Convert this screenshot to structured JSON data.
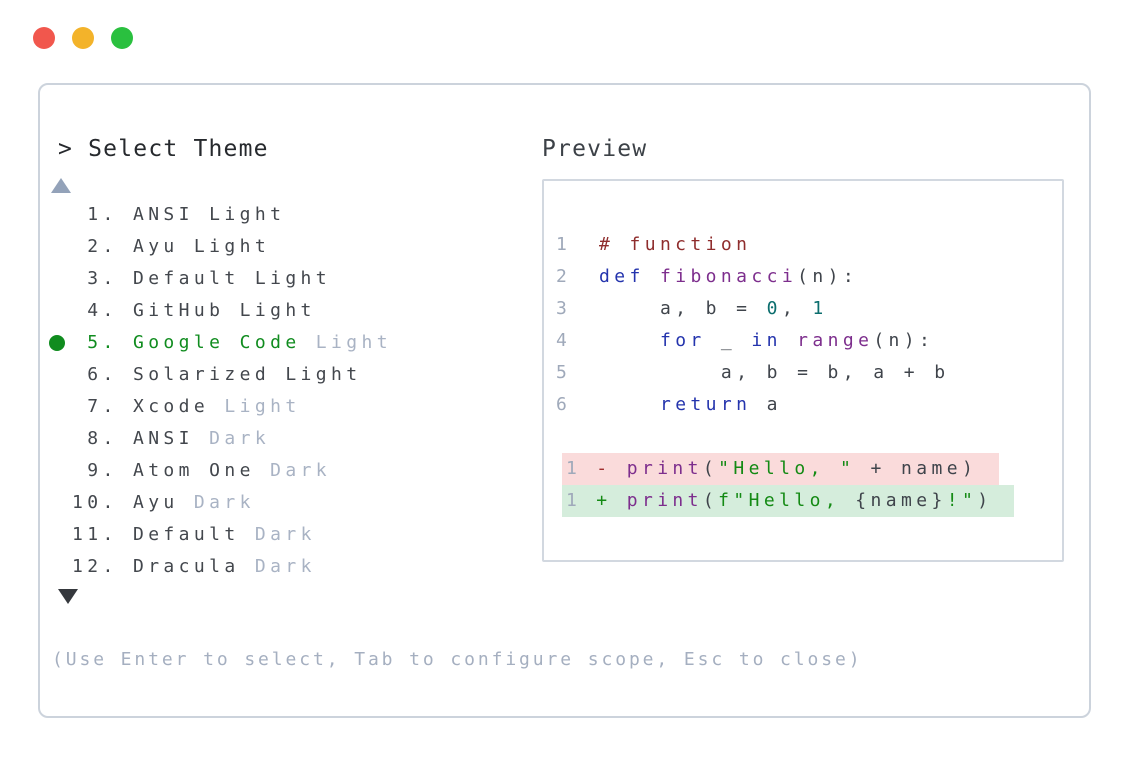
{
  "colors": {
    "traffic_red": "#f1574d",
    "traffic_yellow": "#f3b32a",
    "traffic_green": "#2ac03f",
    "panel_border": "#ccd3dc",
    "box_border": "#d2d8e0",
    "header_text": "#26292d",
    "preview_label": "#3c4147",
    "item_text": "#43474d",
    "muted": "#a9b3c4",
    "selected_green": "#108c1f",
    "hint_text": "#a5afc0",
    "arrow_up": "#93a2b9",
    "arrow_down": "#35383d",
    "line_number": "#9fa9ba",
    "syn_plain": "#3f444b",
    "syn_keyword": "#2434ad",
    "syn_func": "#7d2e8d",
    "syn_number": "#0c6e6e",
    "syn_string": "#148a14",
    "syn_comment": "#8f2d2d",
    "del_sign": "#a12f2f",
    "del_bg": "#fadbdb",
    "add_bg": "#d5eddc"
  },
  "picker": {
    "prompt_symbol": ">",
    "title": "Select Theme",
    "scroll_up_indicator": "up-triangle",
    "scroll_down_indicator": "down-triangle",
    "items": [
      {
        "num": 1,
        "name": "ANSI Light",
        "suffix": "",
        "selected": false
      },
      {
        "num": 2,
        "name": "Ayu Light",
        "suffix": "",
        "selected": false
      },
      {
        "num": 3,
        "name": "Default Light",
        "suffix": "",
        "selected": false
      },
      {
        "num": 4,
        "name": "GitHub Light",
        "suffix": "",
        "selected": false
      },
      {
        "num": 5,
        "name": "Google Code",
        "suffix": "Light",
        "selected": true
      },
      {
        "num": 6,
        "name": "Solarized Light",
        "suffix": "",
        "selected": false
      },
      {
        "num": 7,
        "name": "Xcode",
        "suffix": "Light",
        "selected": false
      },
      {
        "num": 8,
        "name": "ANSI",
        "suffix": "Dark",
        "selected": false
      },
      {
        "num": 9,
        "name": "Atom One",
        "suffix": "Dark",
        "selected": false
      },
      {
        "num": 10,
        "name": "Ayu",
        "suffix": "Dark",
        "selected": false
      },
      {
        "num": 11,
        "name": "Default",
        "suffix": "Dark",
        "selected": false
      },
      {
        "num": 12,
        "name": "Dracula",
        "suffix": "Dark",
        "selected": false
      }
    ],
    "hint": "(Use Enter to select, Tab to configure scope, Esc to close)"
  },
  "preview": {
    "label": "Preview",
    "code_lines": [
      {
        "num": "1",
        "tokens": [
          [
            "cmt",
            "# function"
          ]
        ]
      },
      {
        "num": "2",
        "tokens": [
          [
            "kw",
            "def"
          ],
          [
            "pln",
            " "
          ],
          [
            "fn",
            "fibonacci"
          ],
          [
            "pln",
            "(n):"
          ]
        ]
      },
      {
        "num": "3",
        "tokens": [
          [
            "pln",
            "    a, b = "
          ],
          [
            "num",
            "0"
          ],
          [
            "pln",
            ", "
          ],
          [
            "num",
            "1"
          ]
        ]
      },
      {
        "num": "4",
        "tokens": [
          [
            "pln",
            "    "
          ],
          [
            "kw",
            "for"
          ],
          [
            "pln",
            " _ "
          ],
          [
            "kw",
            "in"
          ],
          [
            "pln",
            " "
          ],
          [
            "fn",
            "range"
          ],
          [
            "pln",
            "(n):"
          ]
        ]
      },
      {
        "num": "5",
        "tokens": [
          [
            "pln",
            "        a, b = b, a + b"
          ]
        ]
      },
      {
        "num": "6",
        "tokens": [
          [
            "pln",
            "    "
          ],
          [
            "kw",
            "return"
          ],
          [
            "pln",
            " a"
          ]
        ]
      }
    ],
    "diff_lines": [
      {
        "num": "1",
        "kind": "del",
        "sign": "-",
        "tokens": [
          [
            "fn",
            "print"
          ],
          [
            "pln",
            "("
          ],
          [
            "str",
            "\"Hello, \""
          ],
          [
            "pln",
            " + name)"
          ]
        ]
      },
      {
        "num": "1",
        "kind": "add",
        "sign": "+",
        "tokens": [
          [
            "fn",
            "print"
          ],
          [
            "pln",
            "("
          ],
          [
            "str",
            "f\"Hello, "
          ],
          [
            "pln",
            "{name}"
          ],
          [
            "str",
            "!\""
          ],
          [
            "pln",
            ")"
          ]
        ]
      }
    ]
  }
}
